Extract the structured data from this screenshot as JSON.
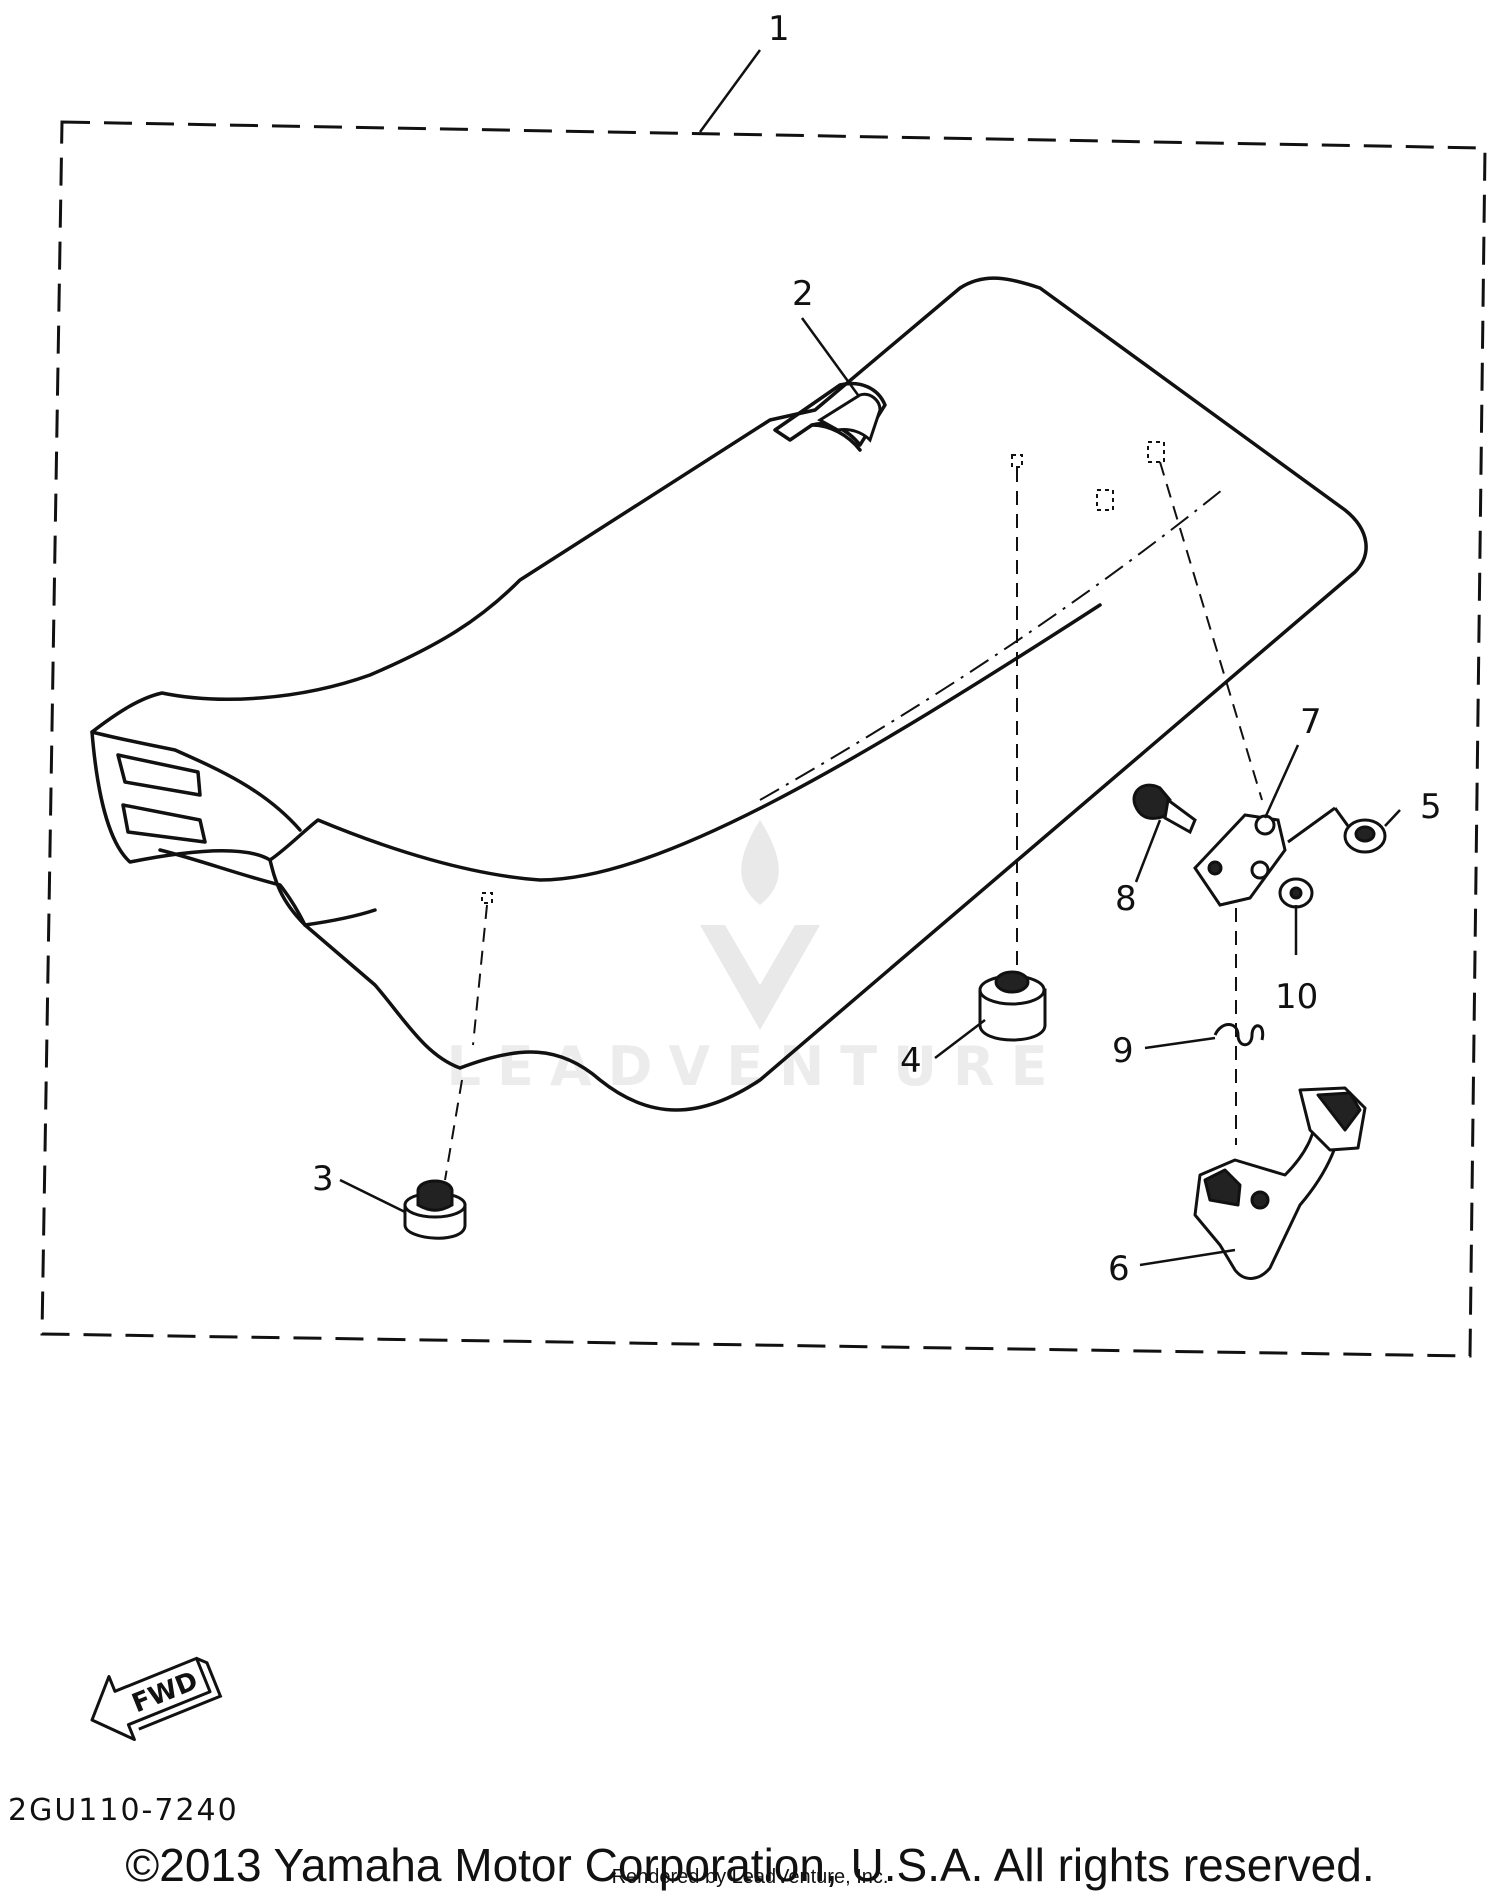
{
  "watermark": {
    "brand": "LEADVENTURE"
  },
  "callouts": [
    {
      "id": "1",
      "label": "1"
    },
    {
      "id": "2",
      "label": "2"
    },
    {
      "id": "3",
      "label": "3"
    },
    {
      "id": "4",
      "label": "4"
    },
    {
      "id": "5",
      "label": "5"
    },
    {
      "id": "6",
      "label": "6"
    },
    {
      "id": "7",
      "label": "7"
    },
    {
      "id": "8",
      "label": "8"
    },
    {
      "id": "9",
      "label": "9"
    },
    {
      "id": "10",
      "label": "10"
    }
  ],
  "fwd_label": "FWD",
  "diagram_code": "2GU110-7240",
  "copyright": "©2013 Yamaha Motor Corporation, U.S.A. All rights reserved.",
  "rendered_by": "Rendered by LeadVenture, Inc.",
  "icons": {
    "fwd_arrow": "fwd-arrow-icon",
    "watermark_logo": "leadventure-logo-icon"
  }
}
